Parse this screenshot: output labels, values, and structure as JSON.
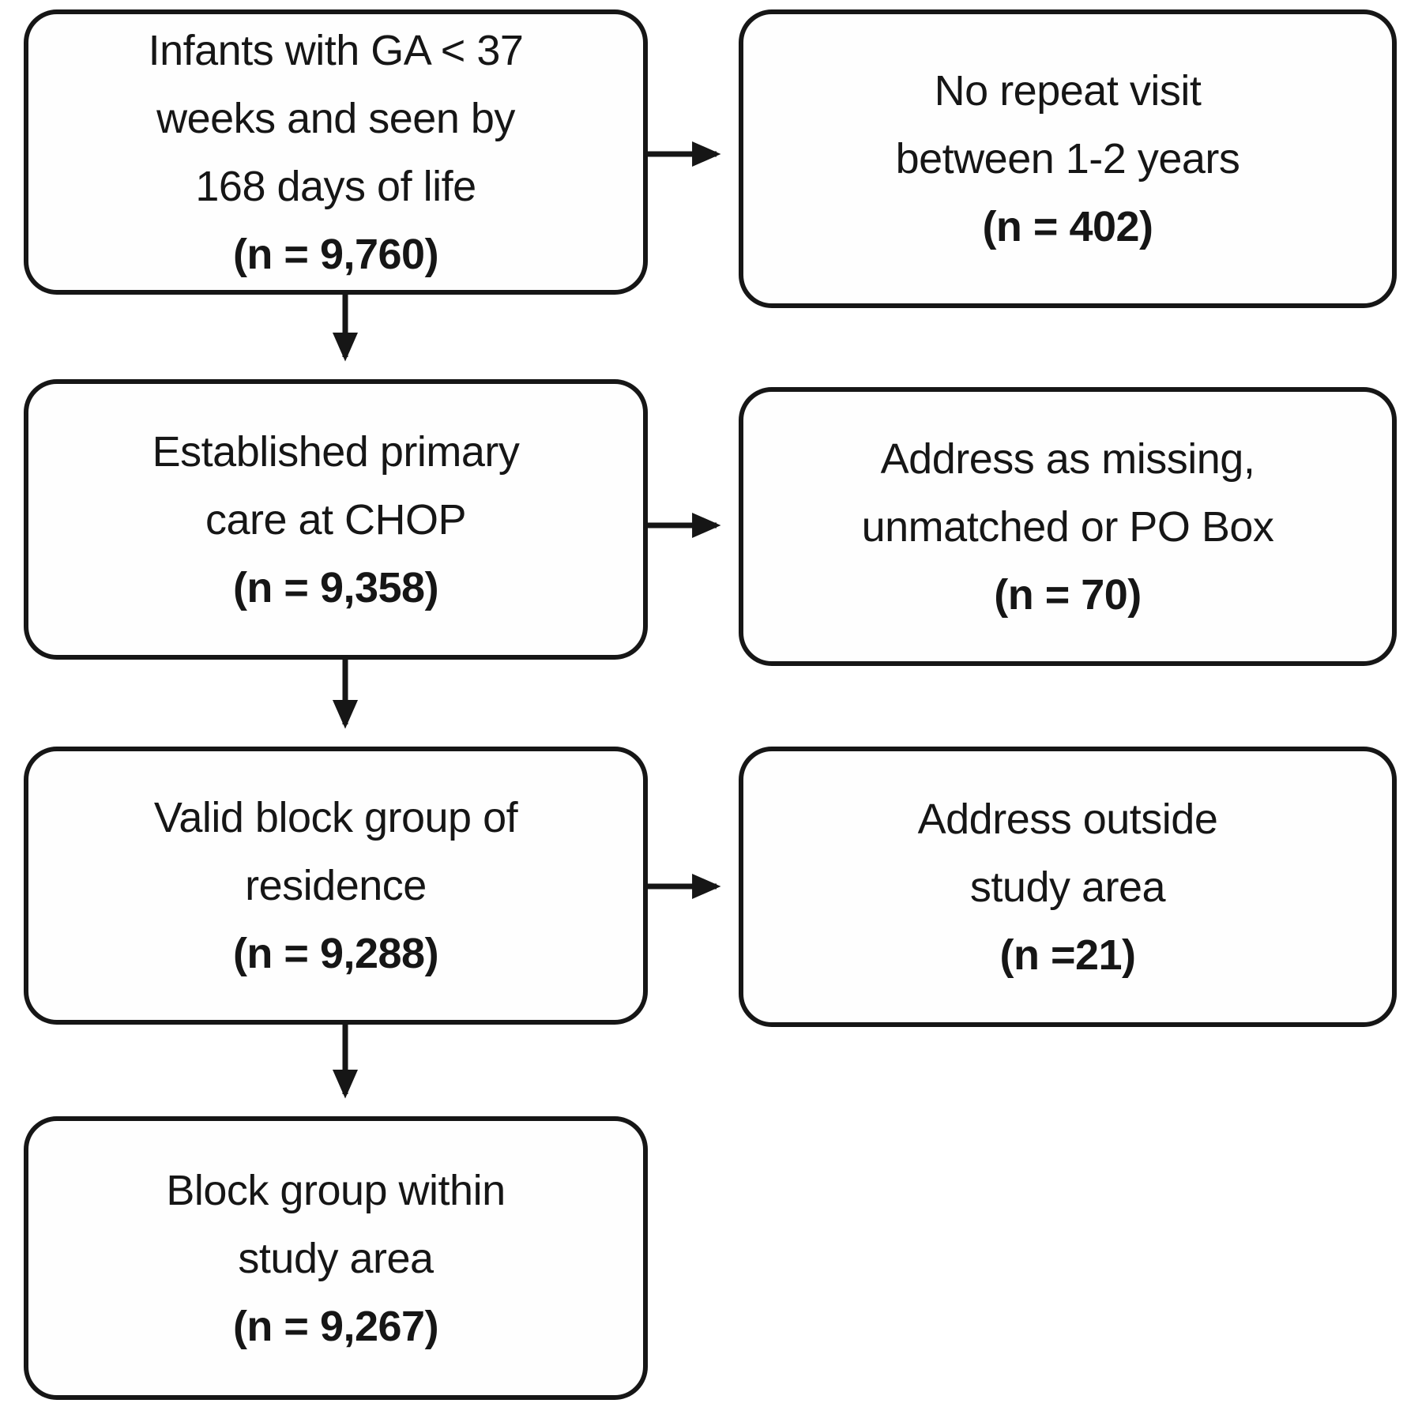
{
  "figure": {
    "type": "flowchart",
    "description": "Study cohort selection flow diagram",
    "background_color": "#ffffff",
    "box_border_color": "#161616",
    "text_color": "#161616",
    "arrow_color": "#161616"
  },
  "boxes": [
    {
      "id": "infants-ga",
      "lines": [
        "Infants with GA < 37",
        "weeks and seen by",
        "168 days of life"
      ],
      "n_label": "(n = 9,760)"
    },
    {
      "id": "no-repeat-visit",
      "lines": [
        "No repeat visit",
        "between 1-2 years"
      ],
      "n_label": "(n = 402)"
    },
    {
      "id": "established-primary-care",
      "lines": [
        "Established primary",
        "care at CHOP"
      ],
      "n_label": "(n = 9,358)"
    },
    {
      "id": "address-missing",
      "lines": [
        "Address as missing,",
        "unmatched or PO Box"
      ],
      "n_label": "(n = 70)"
    },
    {
      "id": "valid-block-group",
      "lines": [
        "Valid block group of",
        "residence"
      ],
      "n_label": "(n = 9,288)"
    },
    {
      "id": "address-outside",
      "lines": [
        "Address outside",
        "study area"
      ],
      "n_label": "(n =21)"
    },
    {
      "id": "block-group-within",
      "lines": [
        "Block group within",
        "study area"
      ],
      "n_label": "(n = 9,267)"
    }
  ]
}
